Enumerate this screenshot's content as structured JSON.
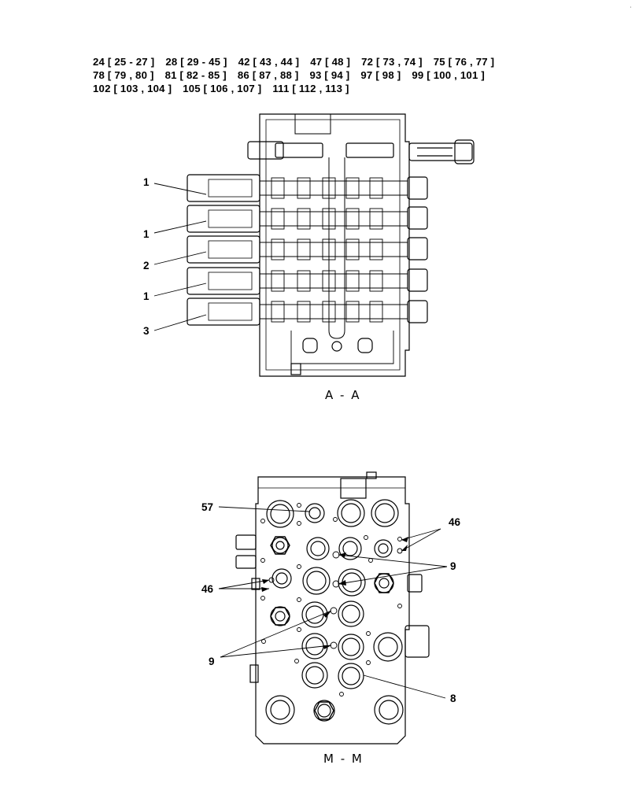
{
  "parts_refs": [
    [
      "24 [ 25 - 27 ]",
      "28 [ 29 - 45 ]",
      "42 [ 43 , 44 ]",
      "47 [ 48 ]",
      "72 [ 73 , 74 ]",
      "75 [ 76 , 77 ]"
    ],
    [
      "78 [ 79 , 80 ]",
      "81 [ 82 - 85 ]",
      "86 [ 87 , 88 ]",
      "93 [ 94 ]",
      "97 [ 98 ]",
      "99 [ 100 , 101 ]"
    ],
    [
      "102 [ 103 , 104 ]",
      "105 [ 106 , 107 ]",
      "111 [ 112 , 113 ]"
    ]
  ],
  "views": {
    "top": {
      "label": "A - A",
      "callouts": [
        "1",
        "1",
        "2",
        "1",
        "3"
      ]
    },
    "bottom": {
      "label": "M - M",
      "callouts": {
        "c57": "57",
        "c46a": "46",
        "c9a": "9",
        "c46b": "46",
        "c9b": "9",
        "c8": "8"
      }
    }
  },
  "mark": "ʿ"
}
